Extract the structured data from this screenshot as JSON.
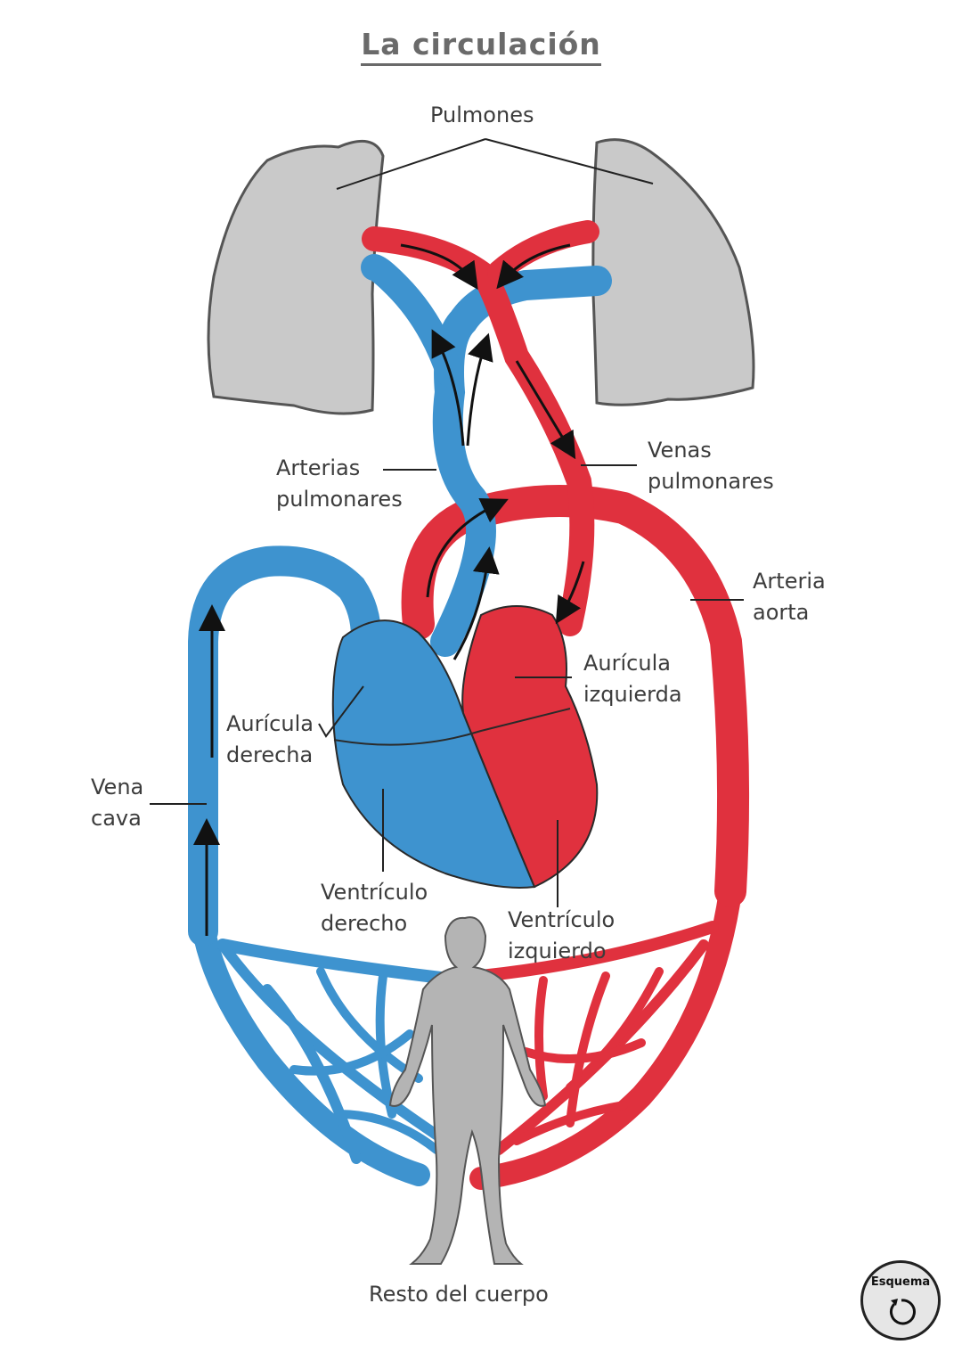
{
  "title": "La circulación",
  "labels": {
    "pulmones": "Pulmones",
    "arterias_pulmonares": [
      "Arterias",
      "pulmonares"
    ],
    "venas_pulmonares": [
      "Venas",
      "pulmonares"
    ],
    "arteria_aorta": [
      "Arteria",
      "aorta"
    ],
    "auricula_izquierda": [
      "Aurícula",
      "izquierda"
    ],
    "auricula_derecha": [
      "Aurícula",
      "derecha"
    ],
    "vena_cava": [
      "Vena",
      "cava"
    ],
    "ventriculo_derecho": [
      "Ventrículo",
      "derecho"
    ],
    "ventriculo_izquierdo": [
      "Ventrículo",
      "izquierdo"
    ],
    "resto_del_cuerpo": "Resto del cuerpo"
  },
  "badge": {
    "label": "Esquema",
    "icon": "rotate-icon"
  },
  "colors": {
    "oxygenated": "#e0313e",
    "deoxygenated": "#3e93cf",
    "lung": "#c9c9c9",
    "body": "#b4b4b4",
    "outline": "#2a2a2a"
  }
}
